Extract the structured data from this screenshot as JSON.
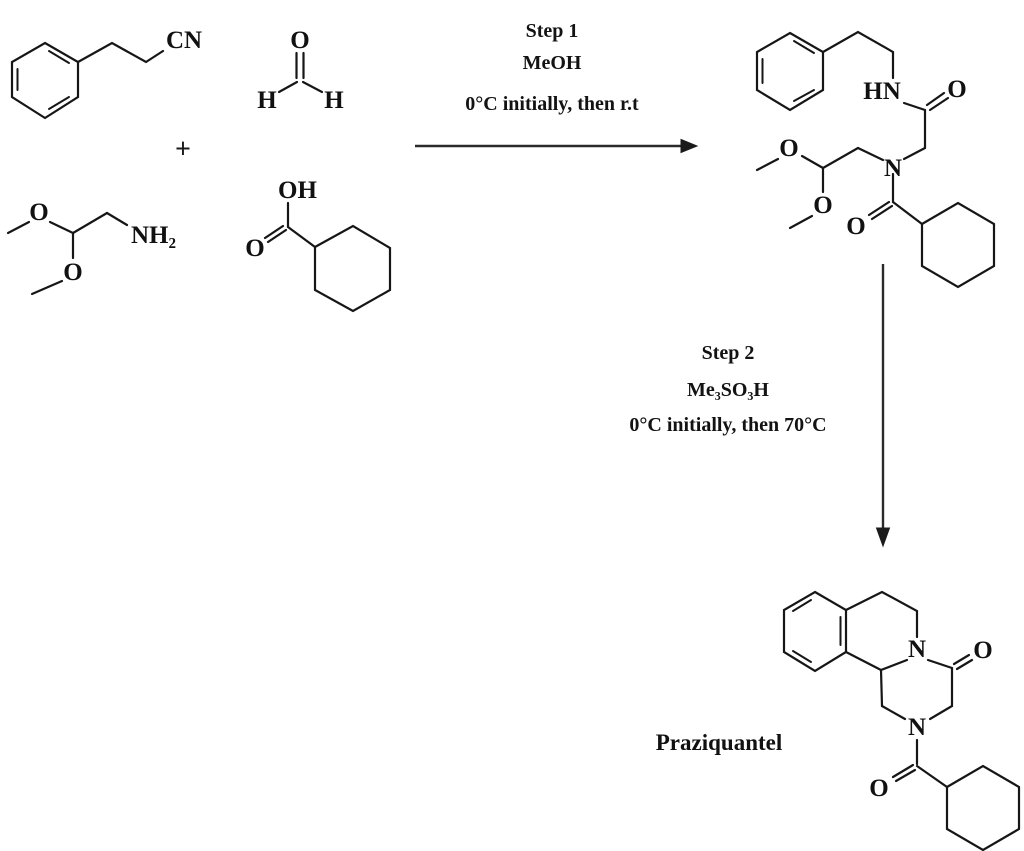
{
  "scheme": {
    "plus_sign": "+",
    "step1": {
      "title": "Step 1",
      "reagent": "MeOH",
      "conditions": "0°C initially, then r.t"
    },
    "step2": {
      "title": "Step 2",
      "reagent": "Me₃SO₃H",
      "conditions": "0°C initially, then 70°C"
    },
    "product_label": "Praziquantel"
  },
  "atom_labels": {
    "nitrile_cn": "CN",
    "formaldehyde_o": "O",
    "formaldehyde_h_left": "H",
    "formaldehyde_h_right": "H",
    "amine_ome1": "O",
    "amine_ome2": "O",
    "amine_nh2": "NH₂",
    "acid_oh": "OH",
    "acid_o": "O",
    "intermediate_hn": "HN",
    "intermediate_amide1_o": "O",
    "intermediate_n": "N",
    "intermediate_ome1": "O",
    "intermediate_ome2": "O",
    "intermediate_amide2_o": "O",
    "pzq_n1": "N",
    "pzq_lactam_o": "O",
    "pzq_n2": "N",
    "pzq_acyl_o": "O"
  },
  "colors": {
    "line": "#161616",
    "background": "#ffffff"
  }
}
